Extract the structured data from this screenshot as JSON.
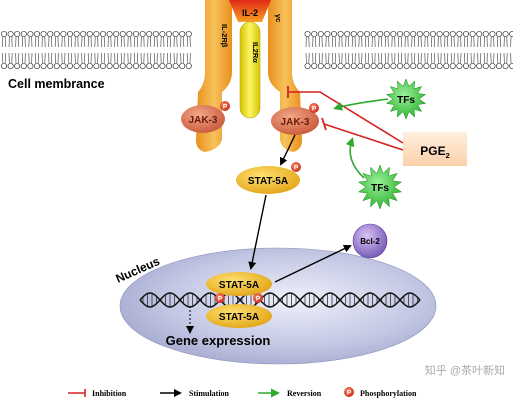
{
  "membrane": {
    "label": "Cell membrance"
  },
  "receptor": {
    "ligand": "IL-2",
    "chain_beta": "IL-2Rβ",
    "chain_alpha": "IL2Rα",
    "chain_gamma": "γc"
  },
  "kinases": {
    "left": "JAK-3",
    "right": "JAK-3"
  },
  "phospho_symbol": "P",
  "stat": {
    "cytoplasm": "STAT-5A",
    "dimer_top": "STAT-5A",
    "dimer_bottom": "STAT-5A"
  },
  "nucleus": {
    "label": "Nucleus",
    "gene_expression": "Gene expression"
  },
  "bcl2": "Bcl-2",
  "pge2": {
    "base": "PGE",
    "subscript": "2"
  },
  "tfs": {
    "upper": "TFs",
    "lower": "TFs"
  },
  "legend": {
    "inhibition": "Inhibition",
    "stimulation": "Stimulation",
    "reversion": "Reversion",
    "phosphorylation": "Phosphorylation"
  },
  "watermark": "知乎 @茶叶新知",
  "colors": {
    "inhibition": "#d62020",
    "stimulation": "#000000",
    "reversion": "#2ea82e",
    "receptor": "#f0a830",
    "jak": "#d86a4a",
    "stat": "#f2b820",
    "phospho": "#d63020",
    "nucleus": "#b4b8d8",
    "bcl2": "#8c6cc4",
    "tfs": "#3cc83c",
    "pge2": "#fde2c8"
  }
}
